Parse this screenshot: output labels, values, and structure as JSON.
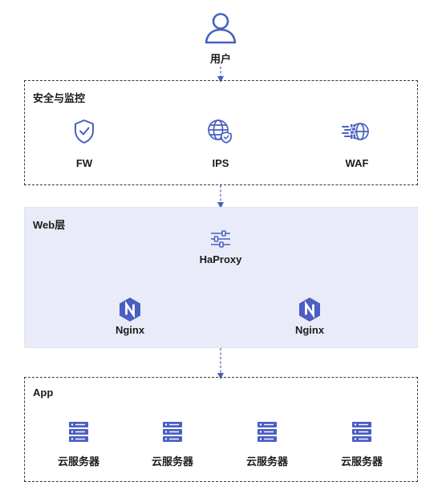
{
  "user": {
    "label": "用户",
    "icon": "user-icon"
  },
  "security": {
    "title": "安全与监控",
    "items": [
      {
        "label": "FW",
        "icon": "shield-check-icon"
      },
      {
        "label": "IPS",
        "icon": "globe-shield-icon"
      },
      {
        "label": "WAF",
        "icon": "firewall-globe-icon"
      }
    ]
  },
  "web": {
    "title": "Web层",
    "balancer": {
      "label": "HaProxy",
      "icon": "sliders-icon"
    },
    "servers": [
      {
        "label": "Nginx",
        "icon": "nginx-icon"
      },
      {
        "label": "Nginx",
        "icon": "nginx-icon"
      }
    ]
  },
  "app": {
    "title": "App",
    "servers": [
      {
        "label": "云服务器",
        "icon": "server-stack-icon"
      },
      {
        "label": "云服务器",
        "icon": "server-stack-icon"
      },
      {
        "label": "云服务器",
        "icon": "server-stack-icon"
      },
      {
        "label": "云服务器",
        "icon": "server-stack-icon"
      }
    ]
  },
  "colors": {
    "accent": "#4a5fc1",
    "web_bg": "#e9ecf8",
    "border": "#3a3a3a",
    "text": "#1b1b1b"
  }
}
